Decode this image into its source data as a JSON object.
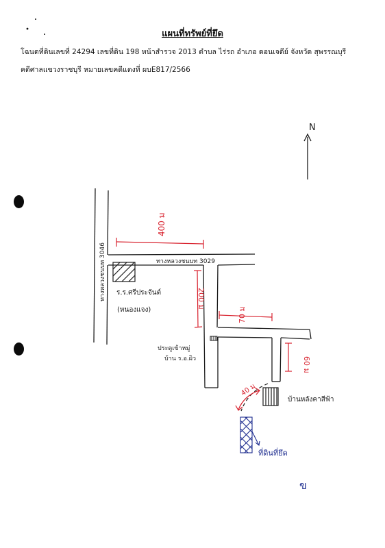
{
  "header": {
    "title": "แผนที่ทรัพย์ที่ยึด",
    "deed_line": "โฉนดที่ดินเลขที่  24294   เลขที่ดิน  198  หน้าสำรวจ  2013  ตำบล  ไร่รถ  อำเภอ   ดอนเจดีย์  จังหวัด  สุพรรณบุรี",
    "court_line": "คดีศาลแขวงราชบุรี  หมายเลขคดีแดงที่ ผบE817/2566"
  },
  "map": {
    "north_label": "N",
    "road_vertical_label": "ทางหลวงชนบท 3046",
    "road_horizontal_label": "ทางหลวงชนบท 3029",
    "school_label_line1": "ร.ร.ศรีประจันต์",
    "school_label_line2": "(หนองแจง)",
    "gate_label_line1": "ประตูเข้าหมู่",
    "gate_label_line2": "บ้าน ร.อ.ผิว",
    "house_label": "บ้านหลังคาสีฟ้า",
    "property_label": "ที่ดินที่ยึด",
    "dist_top": "400 ม",
    "dist_mid_vertical": "200 ม",
    "dist_branch": "70 ม",
    "dist_lane": "60 ม",
    "dist_curve": "40 ม",
    "page_mark": "ข"
  },
  "colors": {
    "ink": "#1a1a1a",
    "red_ink": "#d8222e",
    "blue_ink": "#1e2d8f"
  }
}
